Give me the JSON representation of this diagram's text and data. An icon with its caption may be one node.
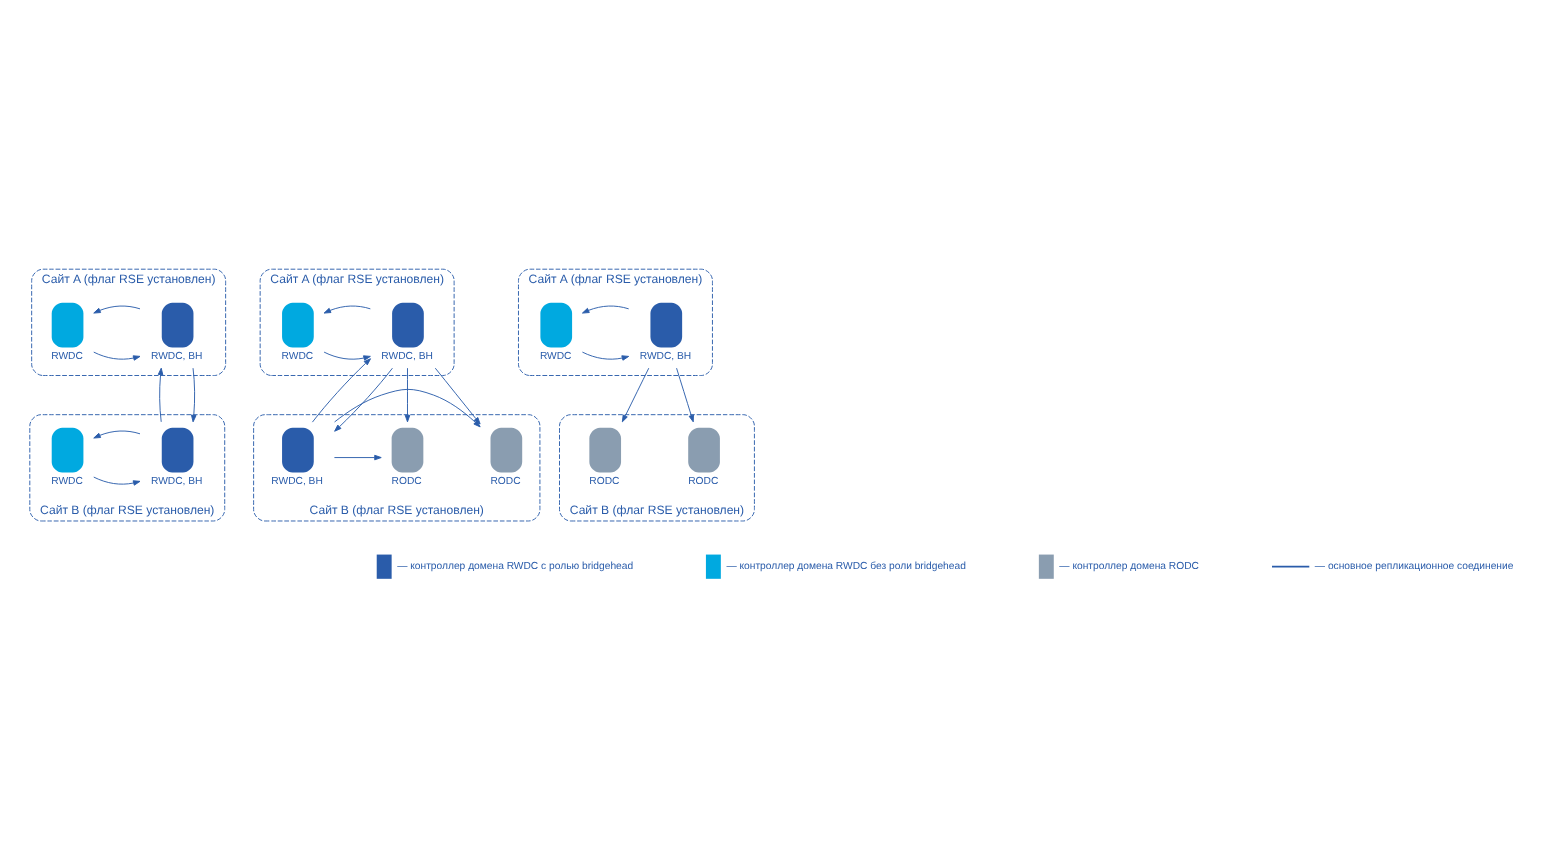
{
  "diagram": {
    "nodes": [
      {
        "text": [
          "Сайт A (флаг RSE установлен)"
        ]
      },
      {
        "text": [
          "RWDC, BH"
        ],
        "in": 0
      },
      {
        "text": [
          "RWDC"
        ],
        "in": 0
      },
      {
        "text": [
          "Сайт B (флаг RSE установлен)"
        ]
      },
      {
        "text": [
          "RWDC, BH"
        ],
        "in": 3
      },
      {
        "text": [
          "RWDC"
        ],
        "in": 3
      },
      {
        "text": [
          "Сайт A (флаг RSE установлен)"
        ]
      },
      {
        "text": [
          "RWDC, BH"
        ],
        "in": 6
      },
      {
        "text": [
          "RWDC"
        ],
        "in": 6
      },
      {
        "text": [
          "Сайт B (флаг RSE установлен)"
        ]
      },
      {
        "text": [
          "RODC"
        ],
        "in": 9
      },
      {
        "text": [
          "RODC"
        ],
        "in": 9
      },
      {
        "text": [
          "RWDC, BH"
        ],
        "in": 9
      },
      {
        "text": [
          "Сайт A (флаг RSE установлен)"
        ]
      },
      {
        "text": [
          "RWDC, BH"
        ],
        "in": 13
      },
      {
        "text": [
          "RWDC"
        ],
        "in": 13
      },
      {
        "text": [
          "Сайт B (флаг RSE установлен)"
        ]
      },
      {
        "text": [
          "RODC"
        ],
        "in": 16
      },
      {
        "text": [
          "RODC"
        ],
        "in": 16
      }
    ],
    "edges": [
      {
        "from": 2,
        "to": 1,
        "arrow": "to"
      },
      {
        "from": 1,
        "to": 2,
        "arrow": "to"
      },
      {
        "from": 1,
        "to": 4,
        "arrow": "to"
      },
      {
        "from": 4,
        "to": 1,
        "arrow": "to"
      },
      {
        "from": 5,
        "to": 4,
        "arrow": "to"
      },
      {
        "from": 4,
        "to": 5,
        "arrow": "to"
      },
      {
        "from": 8,
        "to": 7,
        "arrow": "to"
      },
      {
        "from": 7,
        "to": 8,
        "arrow": "to"
      },
      {
        "from": 7,
        "to": 10,
        "arrow": "to"
      },
      {
        "from": 7,
        "to": 11,
        "arrow": "to"
      },
      {
        "from": 7,
        "to": 12,
        "arrow": "to"
      },
      {
        "from": 12,
        "to": 7,
        "arrow": "to"
      },
      {
        "from": 12,
        "to": 11,
        "arrow": "to"
      },
      {
        "from": 12,
        "to": 10,
        "arrow": "to"
      },
      {
        "from": 15,
        "to": 14,
        "arrow": "to"
      },
      {
        "from": 14,
        "to": 15,
        "arrow": "to"
      },
      {
        "from": 14,
        "to": 17,
        "arrow": "to"
      },
      {
        "from": 14,
        "to": 18,
        "arrow": "to"
      }
    ],
    "legend": [
      {
        "text": "— контроллер домена RWDC с ролью bridgehead"
      },
      {
        "text": "— контроллер домена RWDC без роли bridgehead"
      },
      {
        "text": "— контроллер домена RODC"
      },
      {
        "text": "— основное репликационное соединение"
      }
    ]
  }
}
